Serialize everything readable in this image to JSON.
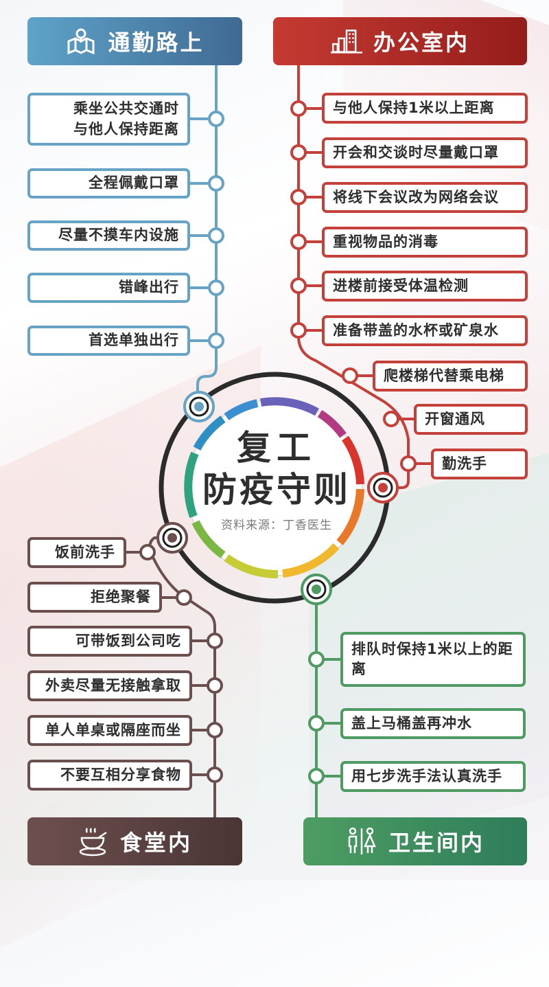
{
  "title": {
    "line1": "复工",
    "line2": "防疫守则",
    "source": "资料来源：丁香医生"
  },
  "colors": {
    "commute": "#67a3c4",
    "office": "#c4403a",
    "canteen": "#6b4f4f",
    "toilet": "#4e9a62",
    "ring": "#2b2b2b"
  },
  "sections": {
    "commute": {
      "label": "通勤路上",
      "icon": "map-pin-icon",
      "items": [
        "乘坐公共交通时\n与他人保持距离",
        "全程佩戴口罩",
        "尽量不摸车内设施",
        "错峰出行",
        "首选单独出行"
      ]
    },
    "office": {
      "label": "办公室内",
      "icon": "building-icon",
      "items": [
        "与他人保持1米以上距离",
        "开会和交谈时尽量戴口罩",
        "将线下会议改为网络会议",
        "重视物品的消毒",
        "进楼前接受体温检测",
        "准备带盖的水杯或矿泉水",
        "爬楼梯代替乘电梯",
        "开窗通风",
        "勤洗手"
      ]
    },
    "canteen": {
      "label": "食堂内",
      "icon": "soup-bowl-icon",
      "items": [
        "饭前洗手",
        "拒绝聚餐",
        "可带饭到公司吃",
        "外卖尽量无接触拿取",
        "单人单桌或隔座而坐",
        "不要互相分享食物"
      ]
    },
    "toilet": {
      "label": "卫生间内",
      "icon": "restroom-icon",
      "items": [
        "排队时保持1米以上的距离",
        "盖上马桶盖再冲水",
        "用七步洗手法认真洗手"
      ]
    }
  }
}
